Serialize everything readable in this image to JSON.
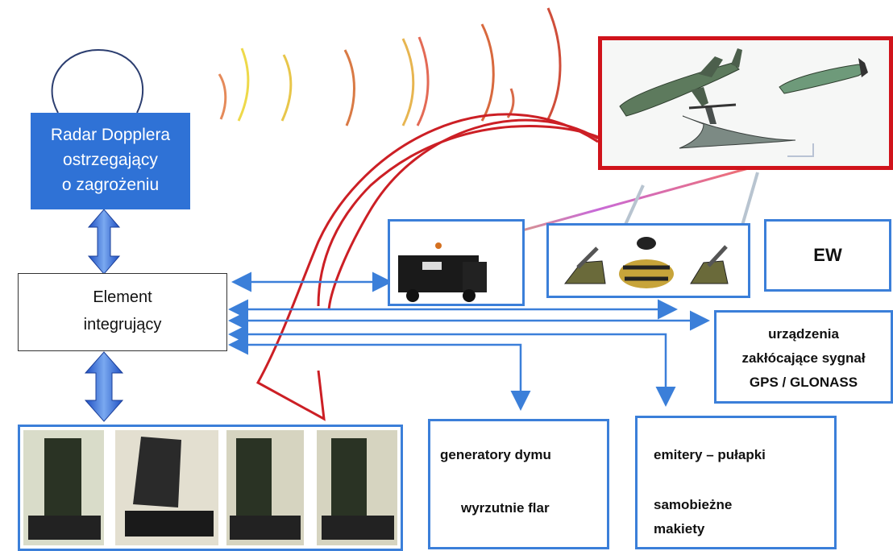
{
  "radar": {
    "line1": "Radar Dopplera",
    "line2": "ostrzegający",
    "line3": "o zagrożeniu"
  },
  "integrator": {
    "line1": "Element",
    "line2": "integrujący"
  },
  "ew": {
    "label": "EW"
  },
  "gps": {
    "line1": "urządzenia",
    "line2": "zakłócające sygnał",
    "line3": "GPS / GLONASS"
  },
  "smoke": {
    "line1": "generatory dymu",
    "line2": "wyrzutnie flar"
  },
  "emitters": {
    "line1": "emitery – pułapki",
    "line2": "samobieżne",
    "line3": "makiety"
  },
  "colors": {
    "radar_fill": "#2f72d6",
    "box_border": "#3b7fd9",
    "threat_border": "#d0131b",
    "arrow": "#3b7fd9"
  }
}
